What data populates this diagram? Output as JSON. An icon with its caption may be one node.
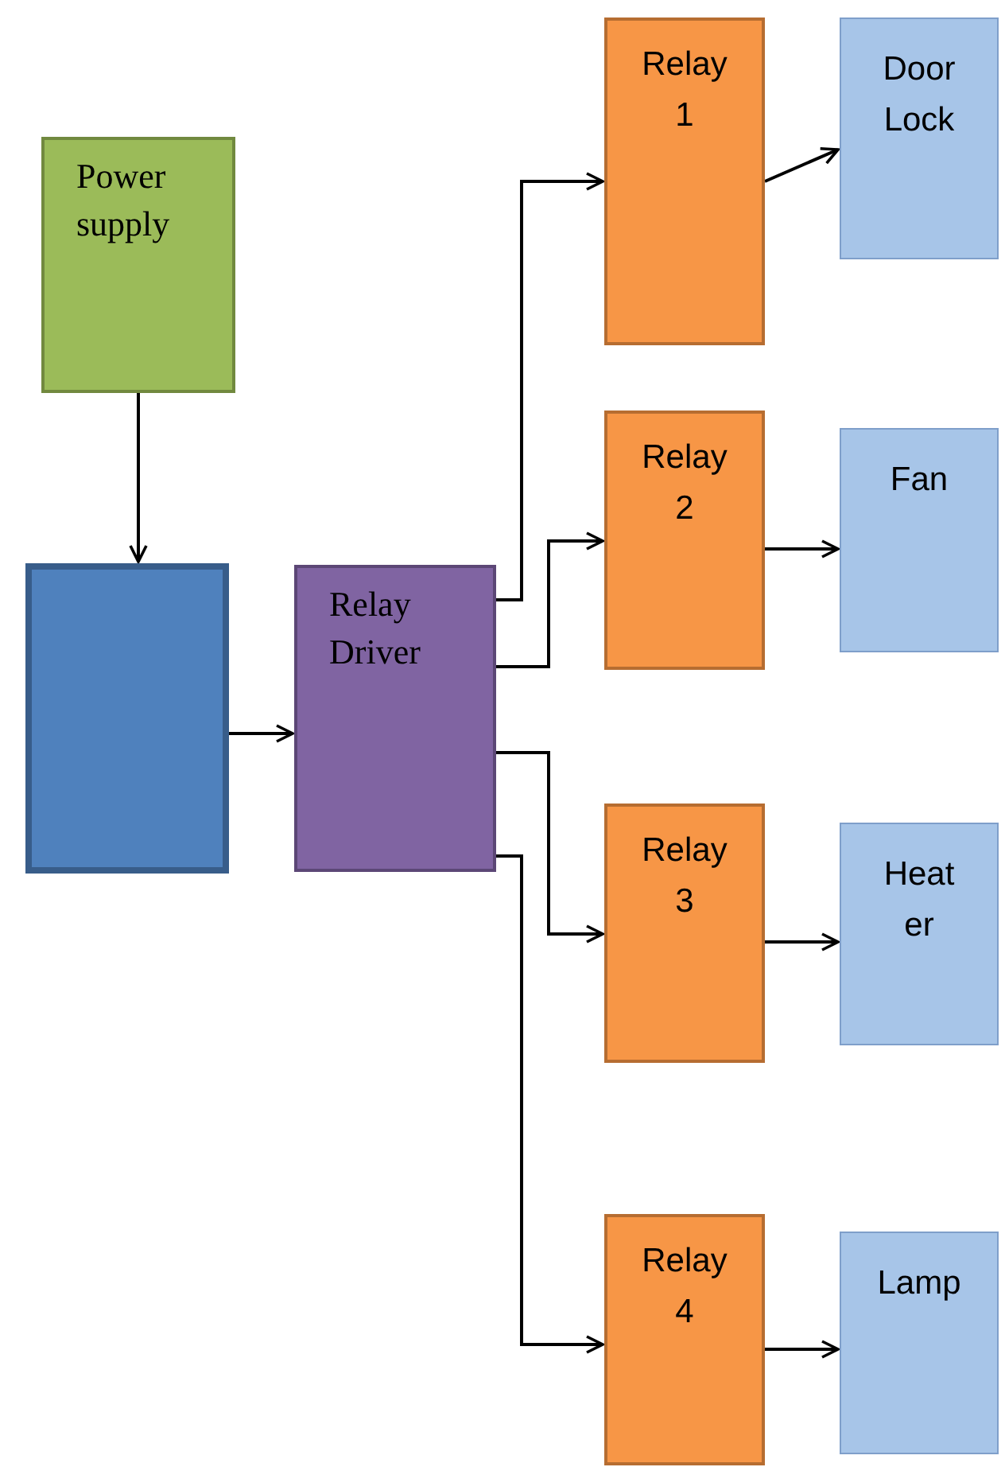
{
  "diagram": {
    "nodes": [
      {
        "text": [
          "Power supply"
        ]
      },
      {
        "text": [],
        "shape": "box"
      },
      {
        "text": [
          "Relay Driver"
        ]
      },
      {
        "text": [
          "Relay 1"
        ]
      },
      {
        "text": [
          "Relay 2"
        ]
      },
      {
        "text": [
          "Relay 3"
        ]
      },
      {
        "text": [
          "Relay 4"
        ]
      },
      {
        "text": [
          "Door Lock"
        ]
      },
      {
        "text": [
          "Fan"
        ]
      },
      {
        "text": [
          "Heater"
        ]
      },
      {
        "text": [
          "Lamp"
        ]
      }
    ],
    "edges": [
      {
        "from": 0,
        "to": 1,
        "arrow": "to"
      },
      {
        "from": 1,
        "to": 2,
        "arrow": "to"
      },
      {
        "from": 2,
        "to": 3,
        "arrow": "to"
      },
      {
        "from": 2,
        "to": 4,
        "arrow": "to"
      },
      {
        "from": 2,
        "to": 5,
        "arrow": "to"
      },
      {
        "from": 2,
        "to": 6,
        "arrow": "to"
      },
      {
        "from": 3,
        "to": 7,
        "arrow": "to"
      },
      {
        "from": 4,
        "to": 8,
        "arrow": "to"
      },
      {
        "from": 5,
        "to": 9,
        "arrow": "to"
      },
      {
        "from": 6,
        "to": 10,
        "arrow": "to"
      }
    ]
  }
}
